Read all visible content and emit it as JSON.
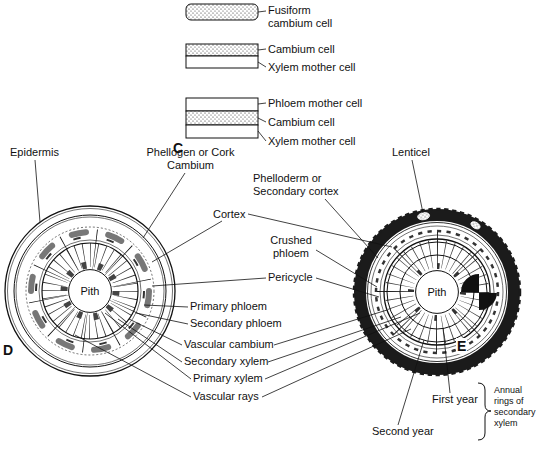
{
  "diagram": {
    "nodes": [
      {
        "text": [
          "Pith"
        ]
      },
      {
        "text": [
          "Pith"
        ]
      }
    ],
    "labels": [
      "Fusiform cambium cell",
      "Cambium cell",
      "Xylem mother cell",
      "Phloem mother cell",
      "Cambium cell",
      "Xylem mother cell",
      "C",
      "Epidermis",
      "Phellogen or Cork Cambium",
      "Lenticel",
      "Phelloderm or Secondary cortex",
      "Cortex",
      "Crushed phloem",
      "Pericycle",
      "Primary phloem",
      "Secondary phloem",
      "Vascular cambium",
      "Secondary xylem",
      "Primary xylem",
      "Vascular rays",
      "D",
      "E",
      "First year",
      "Second year",
      "Annual rings of secondary xylem"
    ]
  }
}
